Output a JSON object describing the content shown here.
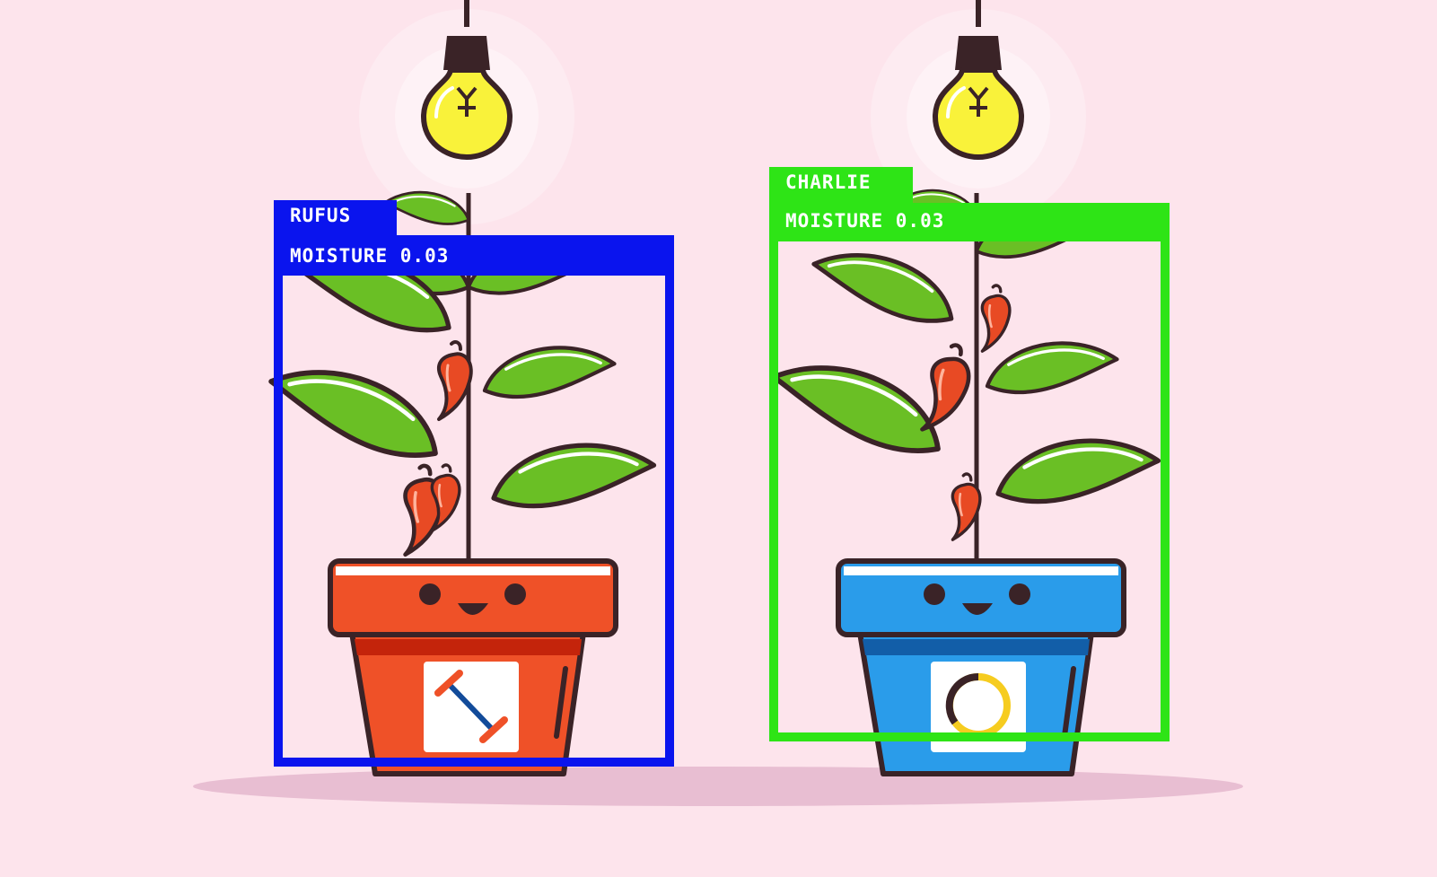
{
  "scene": {
    "background": "#fde4ec",
    "plants": [
      {
        "name": "RUFUS",
        "moisture_label": "MOISTURE 0.03",
        "box_color": "#0a14ee",
        "pot_color": "#ef5128",
        "pot_badge_icon": "dumbbell-icon"
      },
      {
        "name": "CHARLIE",
        "moisture_label": "MOISTURE 0.03",
        "box_color": "#2ee416",
        "pot_color": "#2a9cea",
        "pot_badge_icon": "ring-icon"
      }
    ],
    "icons": [
      "light-bulb-icon",
      "chili-pepper-icon",
      "leaf-icon"
    ],
    "colors": {
      "leaf": "#6abf25",
      "outline": "#3a2327",
      "bulb": "#f9f23a",
      "chili": "#e84a24",
      "shadow": "#e8bed2"
    }
  }
}
